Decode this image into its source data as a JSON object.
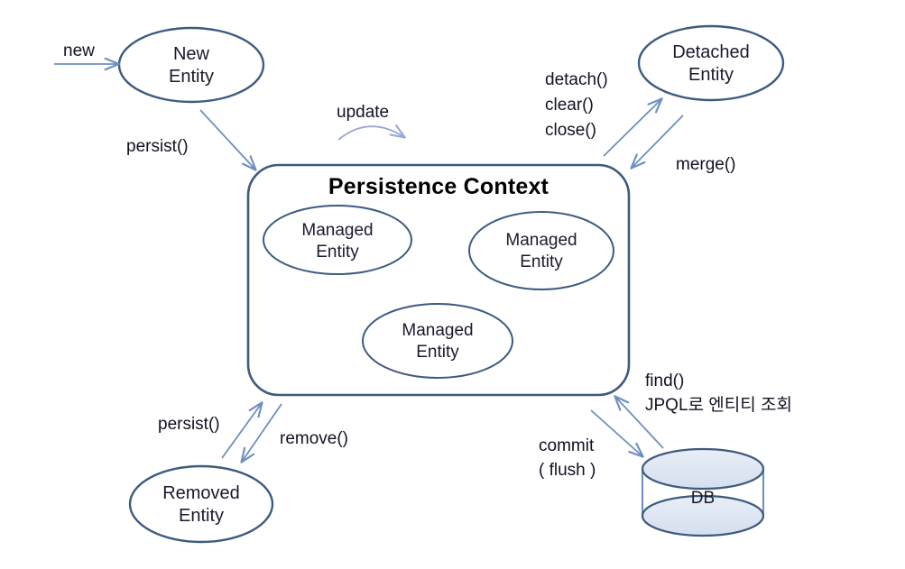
{
  "diagram": {
    "title": "JPA Entity Lifecycle / Persistence Context",
    "colors": {
      "node_stroke": "#3d5a80",
      "arrow_stroke": "#6e8fc0",
      "arrow_stroke_light": "#9aa7d8",
      "db_fill": "#dde5f0",
      "text": "#111122",
      "background": "#ffffff"
    }
  },
  "nodes": {
    "new_entity": {
      "line1": "New",
      "line2": "Entity"
    },
    "detached_entity": {
      "line1": "Detached",
      "line2": "Entity"
    },
    "removed_entity": {
      "line1": "Removed",
      "line2": "Entity"
    },
    "persistence_context": {
      "title": "Persistence Context"
    },
    "managed_entity_1": {
      "line1": "Managed",
      "line2": "Entity"
    },
    "managed_entity_2": {
      "line1": "Managed",
      "line2": "Entity"
    },
    "managed_entity_3": {
      "line1": "Managed",
      "line2": "Entity"
    },
    "database": {
      "label": "DB"
    }
  },
  "edges": {
    "new": {
      "label": "new"
    },
    "persist_from_new": {
      "label": "persist()"
    },
    "update": {
      "label": "update"
    },
    "detach_clear_close": {
      "line1": "detach()",
      "line2": "clear()",
      "line3": "close()"
    },
    "merge": {
      "label": "merge()"
    },
    "persist_from_removed": {
      "label": "persist()"
    },
    "remove": {
      "label": "remove()"
    },
    "find": {
      "line1": "find()",
      "line2": "JPQL로 엔티티 조회"
    },
    "commit": {
      "line1": "commit",
      "line2": "( flush )"
    }
  }
}
